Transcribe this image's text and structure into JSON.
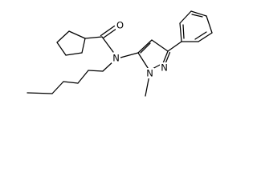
{
  "molecule": {
    "atom_labels": {
      "oxygen": "O",
      "amide_nitrogen": "N",
      "ring_nitrogen_methylated": "N",
      "ring_nitrogen": "N"
    },
    "colors": {
      "background": "#ffffff",
      "bond": "#000000",
      "label": "#000000"
    }
  }
}
